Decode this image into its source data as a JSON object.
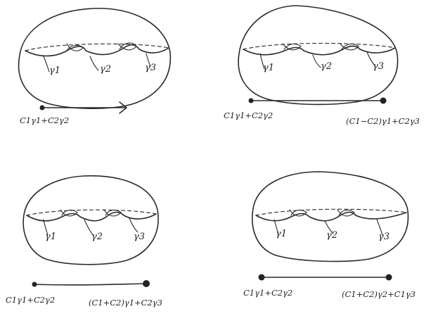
{
  "panels": [
    {
      "curve_labels": [
        "γ1",
        "γ2",
        "γ3"
      ],
      "left_label": "C1γ1+C2γ2",
      "right_label": "",
      "endpoint": "arrow"
    },
    {
      "curve_labels": [
        "γ1",
        "γ2",
        "γ3"
      ],
      "left_label": "C1γ1+C2γ2",
      "right_label": "(C1−C2)γ1+C2γ3",
      "endpoint": "dot"
    },
    {
      "curve_labels": [
        "γ1",
        "γ2",
        "γ3"
      ],
      "left_label": "C1γ1+C2γ2",
      "right_label": "(C1+C2)γ1+C2γ3",
      "endpoint": "dot"
    },
    {
      "curve_labels": [
        "γ1",
        "γ2",
        "γ3"
      ],
      "left_label": "C1γ1+C2γ2",
      "right_label": "(C1+C2)γ2+C1γ3",
      "endpoint": "dot"
    }
  ]
}
